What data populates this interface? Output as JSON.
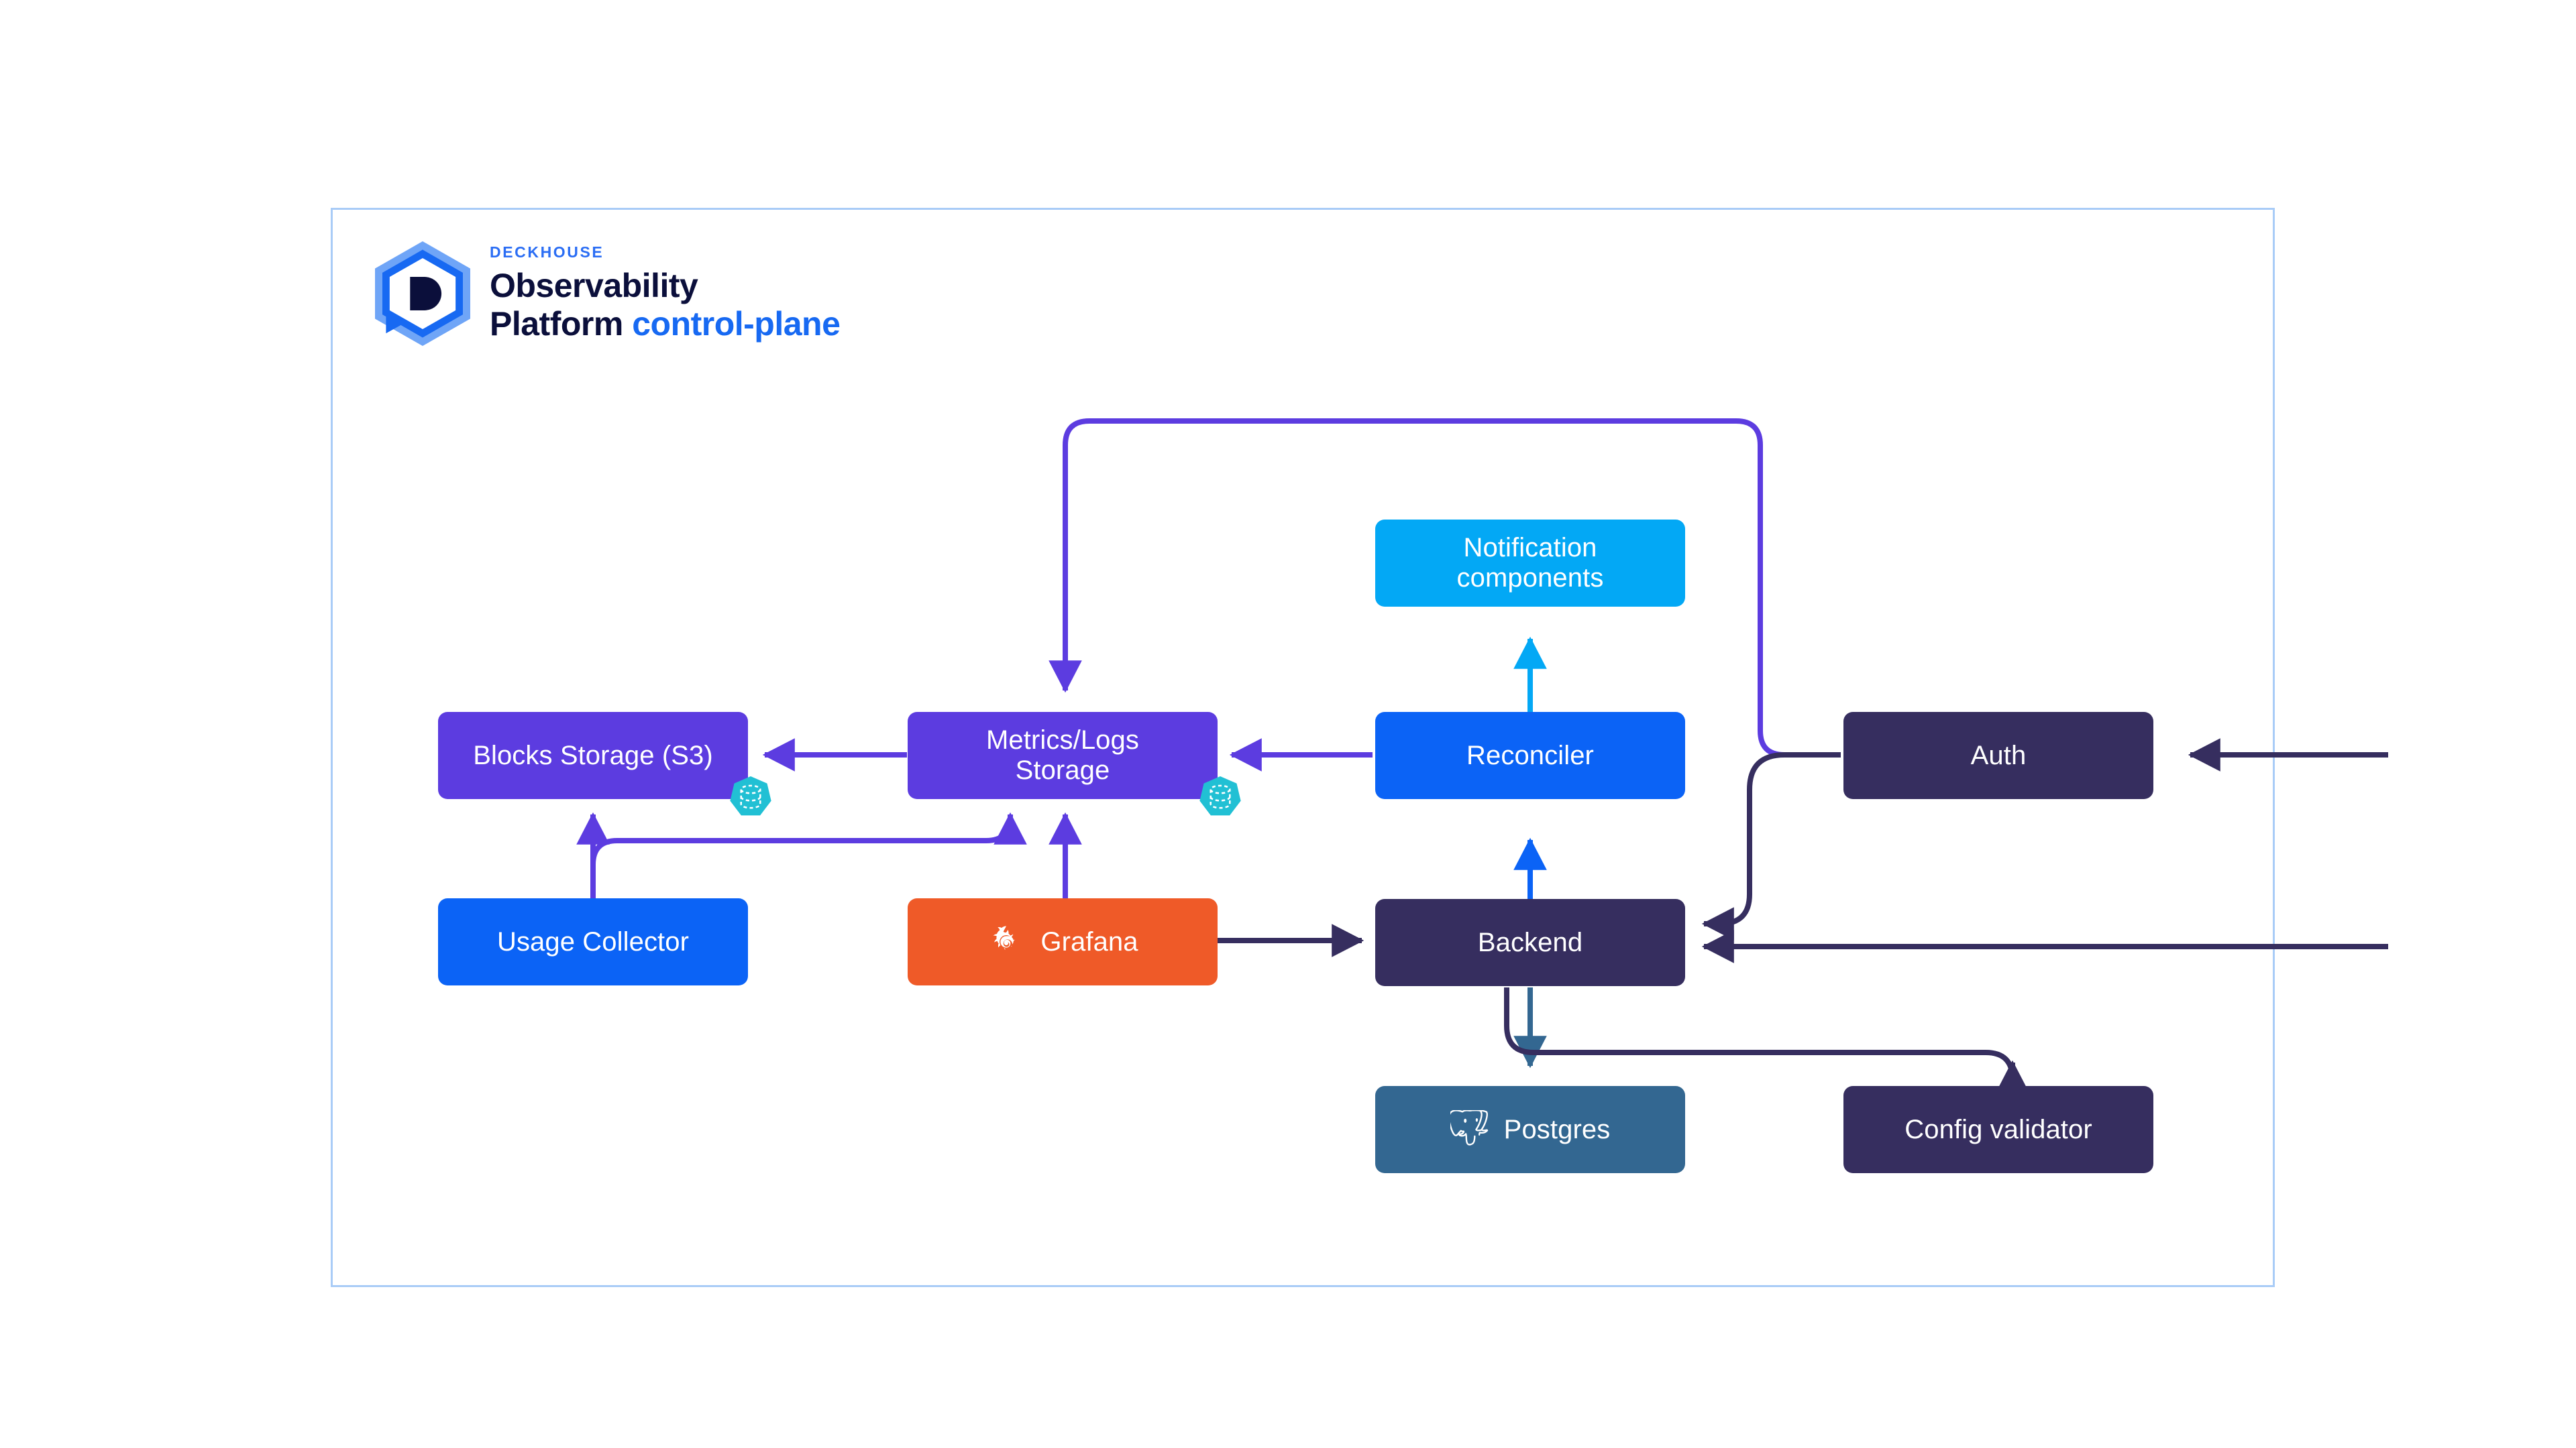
{
  "diagram": {
    "title": "Deckhouse Observability Platform control-plane",
    "frame": {
      "name": "control-plane-boundary",
      "border_color": "#a9ccf7"
    },
    "logo": {
      "eyebrow": "DECKHOUSE",
      "line1": "Observability",
      "line2": "Platform",
      "accent_word": "control-plane",
      "mark_color": "#1769f2",
      "mark_inner_color": "#0b0f3b",
      "accent_color": "#1769f2"
    },
    "nodes": [
      {
        "id": "blocks-storage",
        "label": "Blocks Storage (S3)",
        "color": "#5c3ce0",
        "icon": null,
        "badge": "k8s-statefulset-badge"
      },
      {
        "id": "metrics-logs-storage",
        "label": "Metrics/Logs\nStorage",
        "color": "#5c3ce0",
        "icon": null,
        "badge": "k8s-statefulset-badge"
      },
      {
        "id": "notification-components",
        "label": "Notification\ncomponents",
        "color": "#03a8f5",
        "icon": null,
        "badge": null
      },
      {
        "id": "reconciler",
        "label": "Reconciler",
        "color": "#0b63f6",
        "icon": null,
        "badge": null
      },
      {
        "id": "auth",
        "label": "Auth",
        "color": "#362e5f",
        "icon": null,
        "badge": null
      },
      {
        "id": "usage-collector",
        "label": "Usage Collector",
        "color": "#0b63f6",
        "icon": null,
        "badge": null
      },
      {
        "id": "grafana",
        "label": "Grafana",
        "color": "#ef5a28",
        "icon": "grafana-icon",
        "badge": null
      },
      {
        "id": "backend",
        "label": "Backend",
        "color": "#362e5f",
        "icon": null,
        "badge": null
      },
      {
        "id": "postgres",
        "label": "Postgres",
        "color": "#336791",
        "icon": "postgres-icon",
        "badge": null
      },
      {
        "id": "config-validator",
        "label": "Config validator",
        "color": "#362e5f",
        "icon": null,
        "badge": null
      }
    ],
    "edges": [
      {
        "from": "metrics-logs-storage",
        "to": "blocks-storage",
        "color": "#5c3ce0"
      },
      {
        "from": "reconciler",
        "to": "metrics-logs-storage",
        "color": "#5c3ce0"
      },
      {
        "from": "auth",
        "to": "metrics-logs-storage",
        "color": "#5c3ce0"
      },
      {
        "from": "usage-collector",
        "to": "blocks-storage",
        "color": "#5c3ce0"
      },
      {
        "from": "usage-collector",
        "to": "metrics-logs-storage",
        "color": "#5c3ce0"
      },
      {
        "from": "grafana",
        "to": "metrics-logs-storage",
        "color": "#5c3ce0"
      },
      {
        "from": "reconciler",
        "to": "notification-components",
        "color": "#03a8f5"
      },
      {
        "from": "backend",
        "to": "reconciler",
        "color": "#0b63f6"
      },
      {
        "from": "backend",
        "to": "postgres",
        "color": "#336791"
      },
      {
        "from": "grafana",
        "to": "backend",
        "color": "#362e5f"
      },
      {
        "from": "auth",
        "to": "backend",
        "color": "#362e5f"
      },
      {
        "from": "external",
        "to": "auth",
        "color": "#362e5f"
      },
      {
        "from": "external",
        "to": "backend",
        "color": "#362e5f"
      },
      {
        "from": "backend",
        "to": "config-validator",
        "color": "#362e5f"
      }
    ],
    "badge": {
      "name": "k8s-statefulset-badge",
      "color": "#21c0d4",
      "glyph": "dashed-cylinder"
    }
  }
}
